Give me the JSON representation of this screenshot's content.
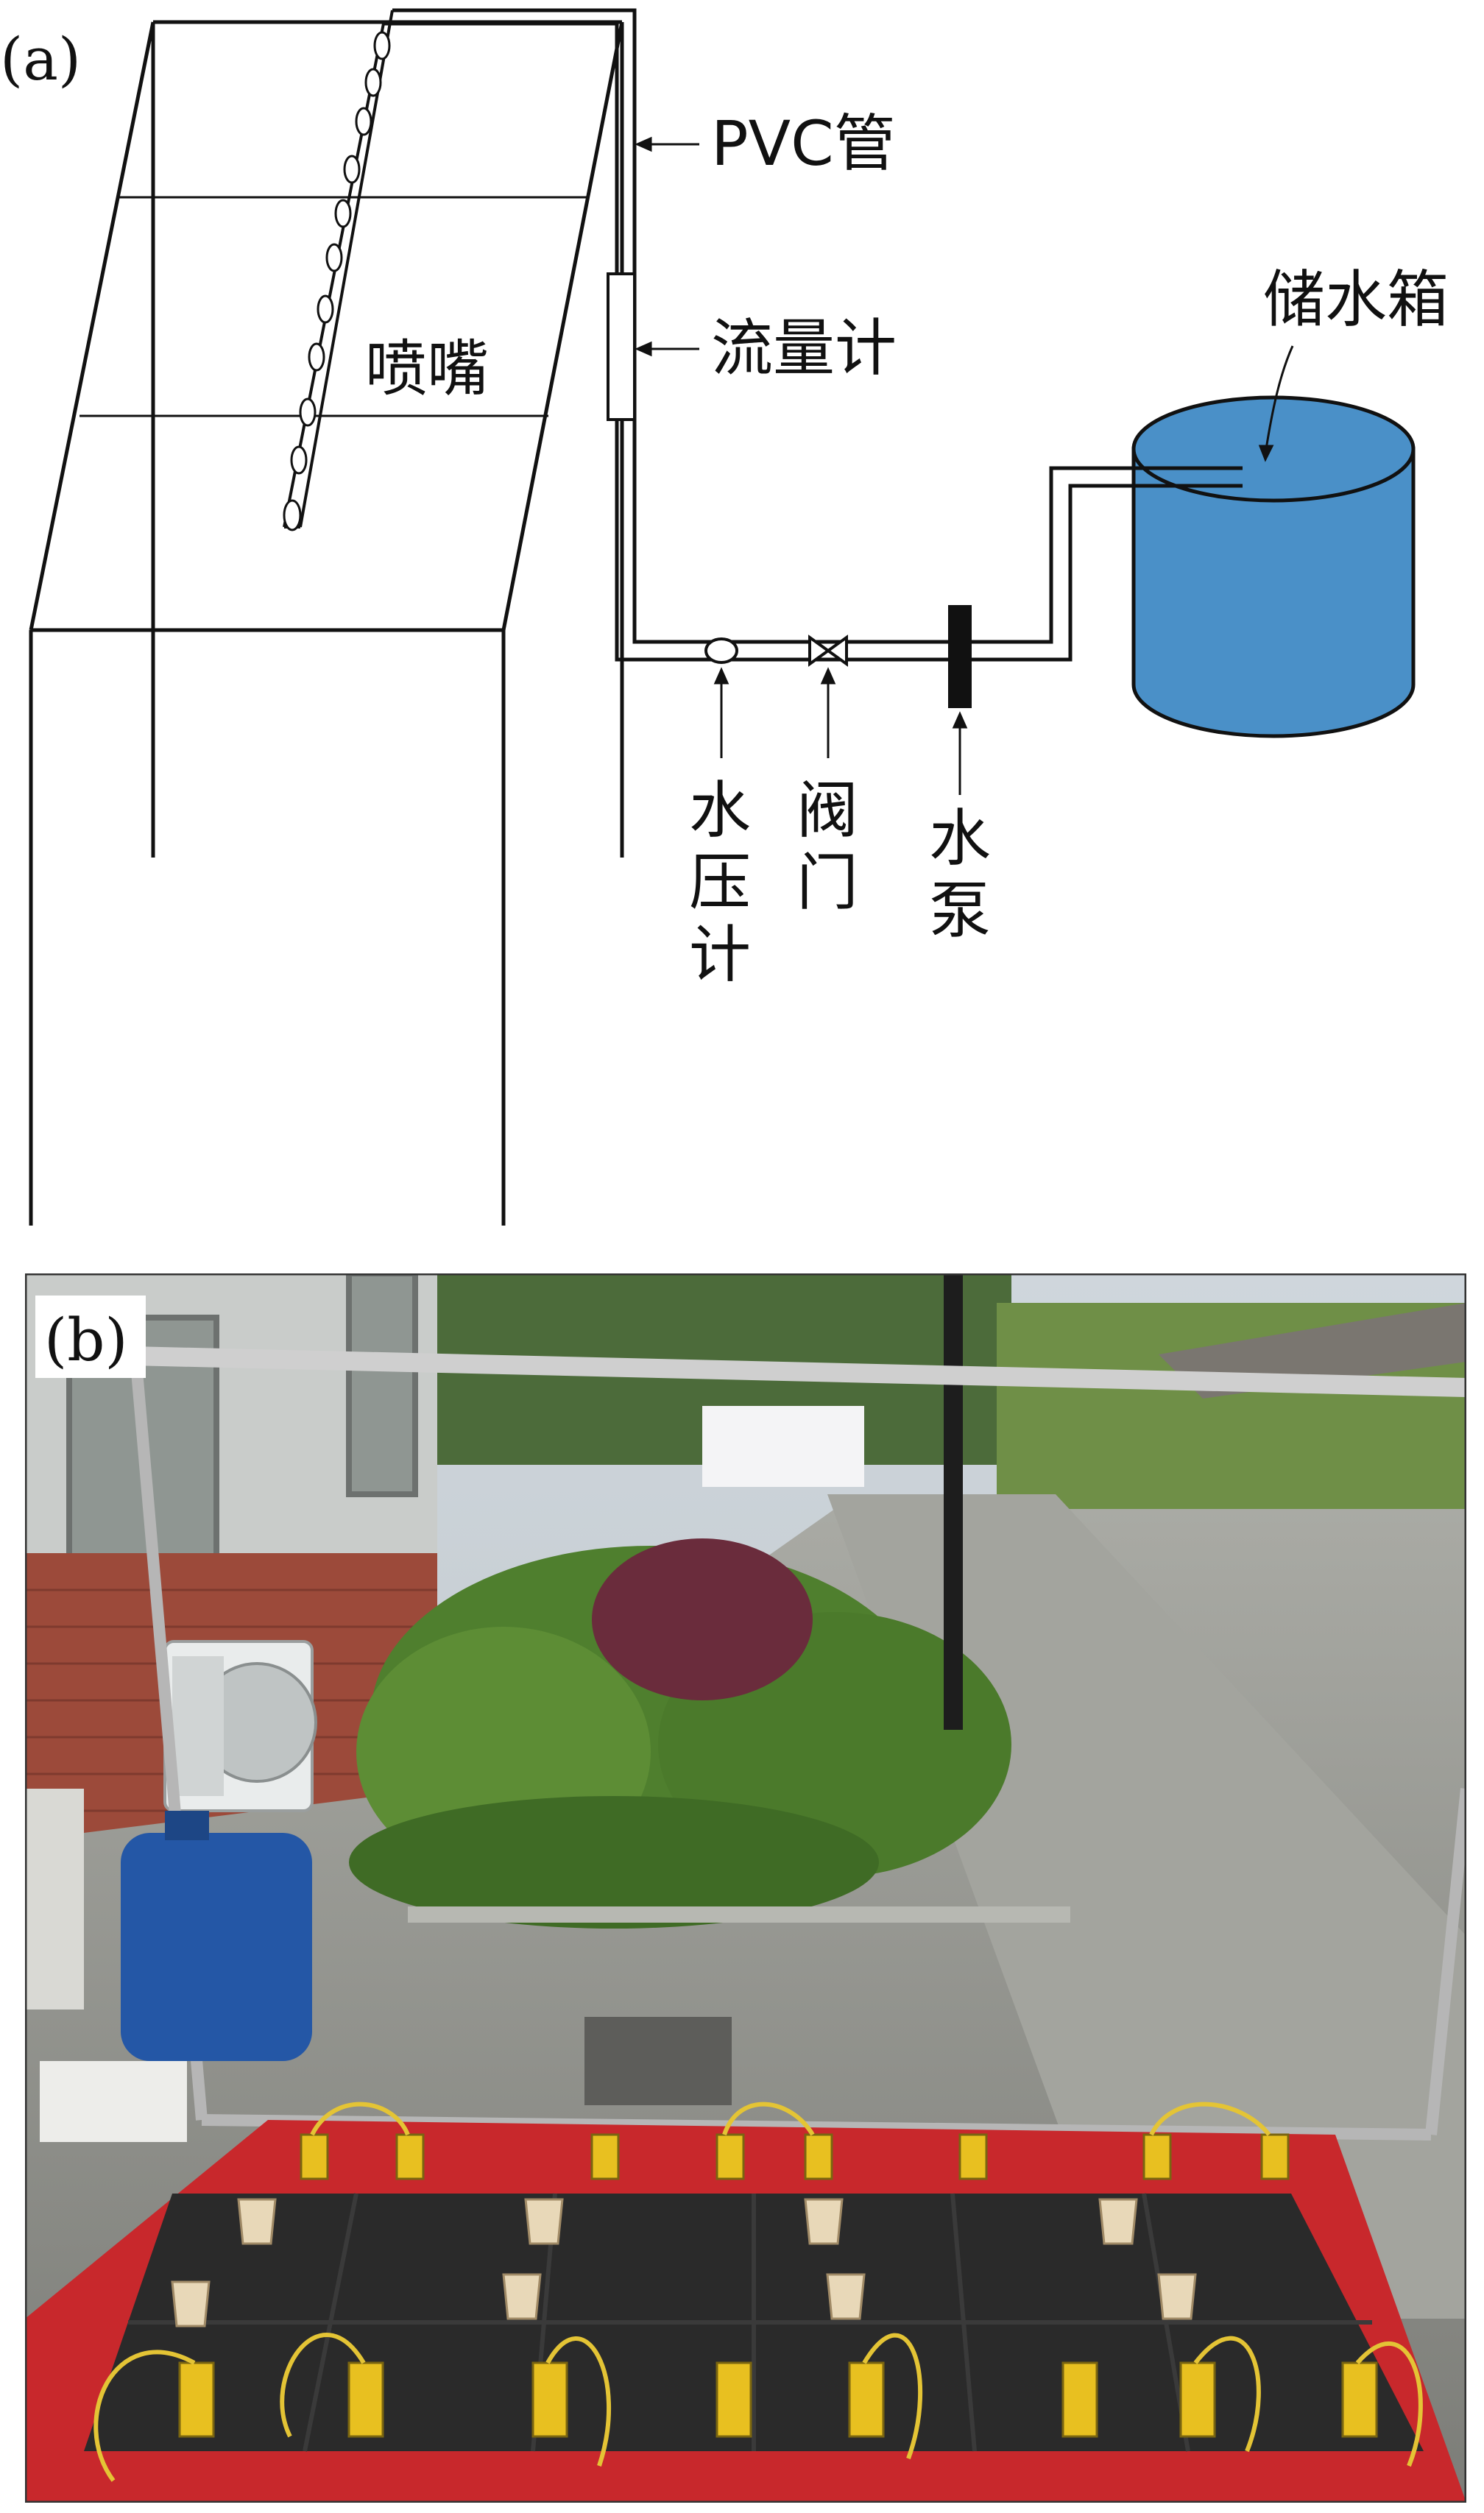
{
  "panel_a": {
    "label": "(a)",
    "labels": {
      "pvc_pipe": "PVC管",
      "flow_meter": "流量计",
      "nozzle": "喷嘴",
      "water_tank": "储水箱",
      "pressure_gauge": [
        "水",
        "压",
        "计"
      ],
      "valve": [
        "阀",
        "门"
      ],
      "pump": [
        "水",
        "泵"
      ]
    }
  },
  "panel_b": {
    "label": "(b)"
  },
  "colors": {
    "tank_fill": "#4a90c8",
    "line": "#111111",
    "red_cloth": "#c8282c",
    "soil": "#2a2a2a",
    "sensor": "#e8c020",
    "hedge": "#4f7f2e",
    "pavement": "#9a9a92",
    "brick": "#9c4a3a"
  }
}
